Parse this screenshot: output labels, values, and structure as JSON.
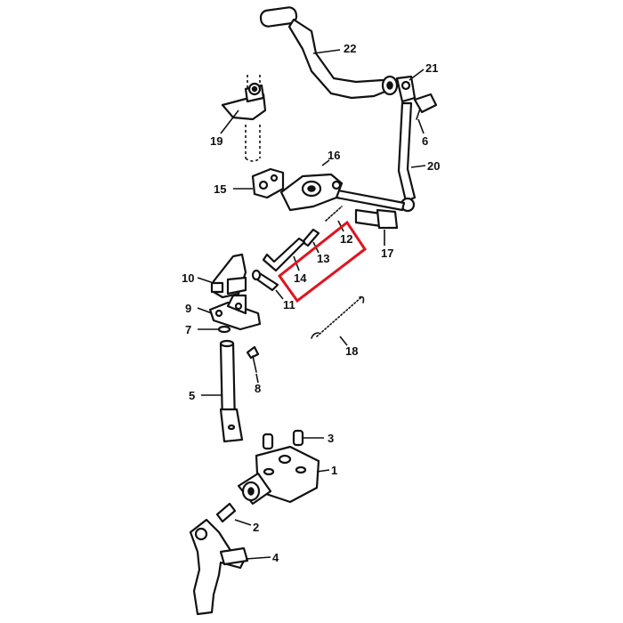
{
  "callouts": {
    "c1": "1",
    "c2": "2",
    "c3": "3",
    "c4": "4",
    "c5": "5",
    "c6": "6",
    "c7": "7",
    "c8": "8",
    "c9": "9",
    "c10": "10",
    "c11": "11",
    "c12": "12",
    "c13": "13",
    "c14": "14",
    "c15": "15",
    "c16": "16",
    "c17": "17",
    "c18": "18",
    "c19": "19",
    "c20": "20",
    "c21": "21",
    "c22": "22"
  },
  "highlight": {
    "color": "#e0141e",
    "parts": [
      "12",
      "13",
      "14"
    ]
  }
}
